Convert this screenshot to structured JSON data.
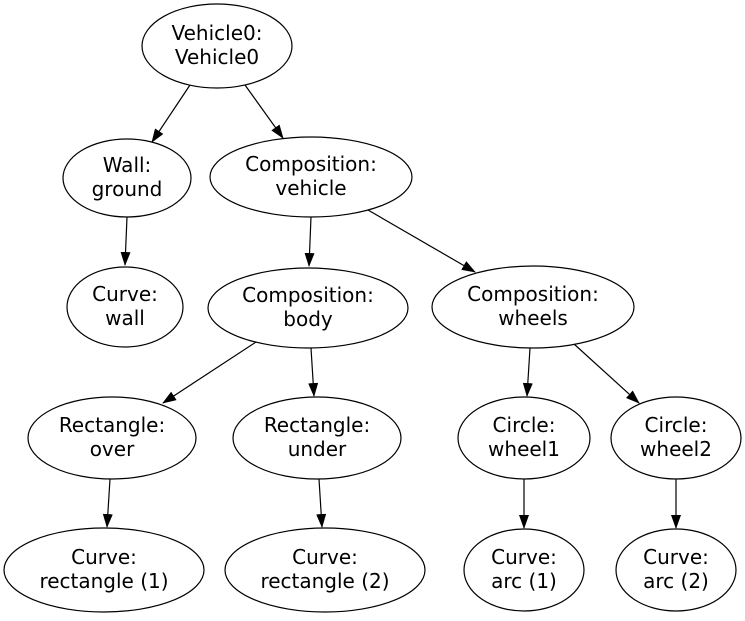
{
  "diagram": {
    "type": "tree-graph",
    "background": "#ffffff",
    "colors": {
      "node_fill": "#ffffff",
      "node_stroke": "#000000",
      "text": "#000000",
      "edge": "#000000",
      "arrowhead": "#000000"
    },
    "nodes": [
      {
        "id": "vehicle0",
        "line1": "Vehicle0:",
        "line2": "Vehicle0"
      },
      {
        "id": "wall-ground",
        "line1": "Wall:",
        "line2": "ground"
      },
      {
        "id": "composition-vehicle",
        "line1": "Composition:",
        "line2": "vehicle"
      },
      {
        "id": "curve-wall",
        "line1": "Curve:",
        "line2": "wall"
      },
      {
        "id": "composition-body",
        "line1": "Composition:",
        "line2": "body"
      },
      {
        "id": "composition-wheels",
        "line1": "Composition:",
        "line2": "wheels"
      },
      {
        "id": "rectangle-over",
        "line1": "Rectangle:",
        "line2": "over"
      },
      {
        "id": "rectangle-under",
        "line1": "Rectangle:",
        "line2": "under"
      },
      {
        "id": "circle-wheel1",
        "line1": "Circle:",
        "line2": "wheel1"
      },
      {
        "id": "circle-wheel2",
        "line1": "Circle:",
        "line2": "wheel2"
      },
      {
        "id": "curve-rectangle-1",
        "line1": "Curve:",
        "line2": "rectangle (1)"
      },
      {
        "id": "curve-rectangle-2",
        "line1": "Curve:",
        "line2": "rectangle (2)"
      },
      {
        "id": "curve-arc-1",
        "line1": "Curve:",
        "line2": "arc (1)"
      },
      {
        "id": "curve-arc-2",
        "line1": "Curve:",
        "line2": "arc (2)"
      }
    ],
    "edges": [
      {
        "from": "vehicle0",
        "to": "wall-ground"
      },
      {
        "from": "vehicle0",
        "to": "composition-vehicle"
      },
      {
        "from": "wall-ground",
        "to": "curve-wall"
      },
      {
        "from": "composition-vehicle",
        "to": "composition-body"
      },
      {
        "from": "composition-vehicle",
        "to": "composition-wheels"
      },
      {
        "from": "composition-body",
        "to": "rectangle-over"
      },
      {
        "from": "composition-body",
        "to": "rectangle-under"
      },
      {
        "from": "composition-wheels",
        "to": "circle-wheel1"
      },
      {
        "from": "composition-wheels",
        "to": "circle-wheel2"
      },
      {
        "from": "rectangle-over",
        "to": "curve-rectangle-1"
      },
      {
        "from": "rectangle-under",
        "to": "curve-rectangle-2"
      },
      {
        "from": "circle-wheel1",
        "to": "curve-arc-1"
      },
      {
        "from": "circle-wheel2",
        "to": "curve-arc-2"
      }
    ]
  }
}
